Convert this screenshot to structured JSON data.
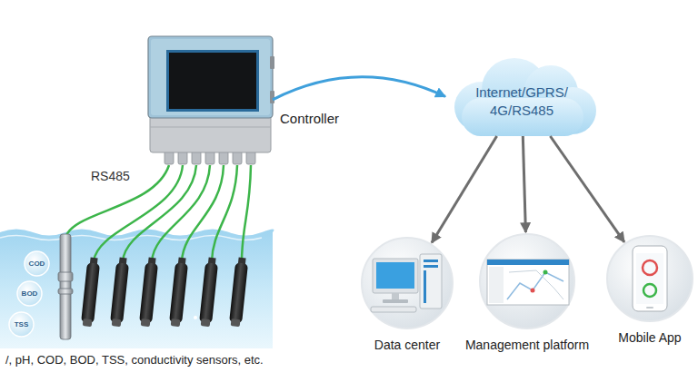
{
  "diagram": {
    "nodes": [
      {
        "text": [
          "Controller"
        ]
      },
      {
        "text": [
          "Internet/GPRS/ 4G/RS485"
        ]
      },
      {
        "text": [
          "Data center"
        ]
      },
      {
        "text": [
          "Management platform"
        ]
      },
      {
        "text": [
          "Mobile App"
        ]
      },
      {
        "text": [
          "COD"
        ]
      },
      {
        "text": [
          "BOD"
        ]
      },
      {
        "text": [
          "TSS"
        ]
      }
    ],
    "edges": [
      {
        "from": 0,
        "to": 1,
        "arrow": "to"
      },
      {
        "from": 1,
        "to": 2,
        "arrow": "to"
      },
      {
        "from": 1,
        "to": 3,
        "arrow": "to"
      },
      {
        "from": 1,
        "to": 4,
        "arrow": "to"
      }
    ],
    "labels": [
      "RS485",
      "/, pH, COD, BOD, TSS, conductivity sensors, etc."
    ]
  }
}
